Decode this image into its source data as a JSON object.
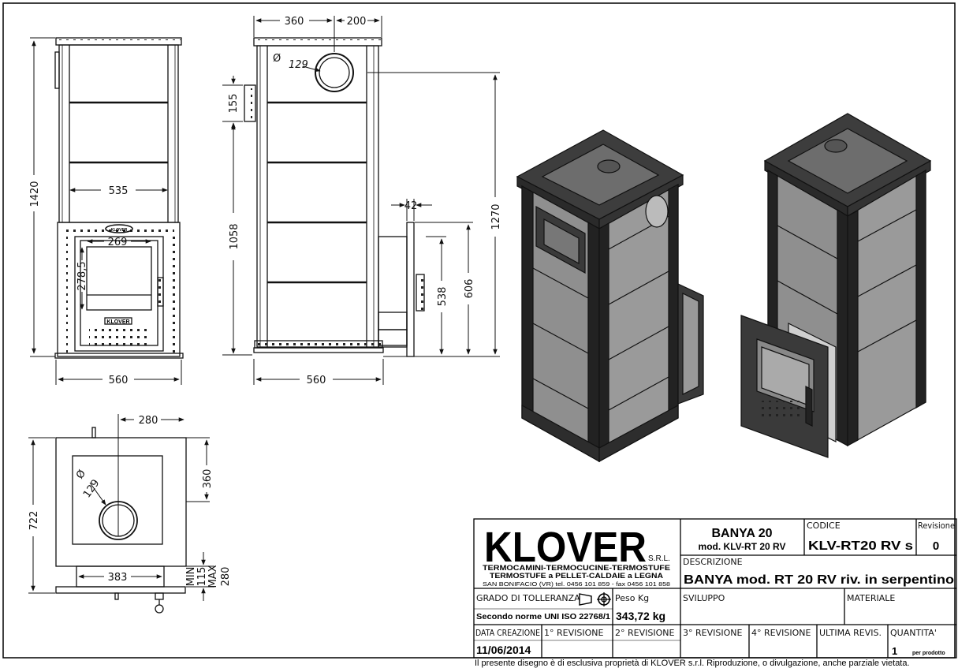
{
  "dimensions": {
    "front_total_height": "1420",
    "front_inner_width": "535",
    "front_door_width": "269",
    "front_door_height": "278,5",
    "front_width": "560",
    "side_top_left": "360",
    "side_top_right": "200",
    "side_flue_diameter_symbol": "Ø",
    "side_flue_diameter": "129",
    "side_handle_height": "155",
    "side_height_1058": "1058",
    "side_height_1270": "1270",
    "side_door_depth": "42",
    "side_height_538": "538",
    "side_height_606": "606",
    "side_width": "560",
    "top_offset_x": "280",
    "top_offset_y": "360",
    "top_flue_diameter_symbol": "Ø",
    "top_flue_diameter": "129",
    "top_depth": "722",
    "top_base_width": "383",
    "top_min_label": "MIN",
    "top_min_value": "115",
    "top_max_label": "MAX",
    "top_max_value": "280"
  },
  "stove_badge": "KLOVER",
  "title_block": {
    "logo": "KLOVER",
    "logo_suffix": "S.R.L.",
    "company_line1": "TERMOCAMINI-TERMOCUCINE-TERMOSTUFE",
    "company_line2": "TERMOSTUFE a PELLET-CALDAIE a LEGNA",
    "company_line3": "SAN BONIFACIO (VR) tel. 0456 101 859 - fax 0456 101 858",
    "product_name": "BANYA 20",
    "product_model": "mod. KLV-RT 20 RV",
    "codice_label": "CODICE",
    "codice_value": "KLV-RT20 RV s",
    "revisione_label": "Revisione",
    "revisione_value": "0",
    "descrizione_label": "DESCRIZIONE",
    "descrizione_value": "BANYA mod. RT 20 RV riv. in serpentino",
    "tolleranza_label": "GRADO DI TOLLERANZA",
    "tolleranza_value": "Secondo norme UNI ISO 22768/1",
    "peso_label": "Peso Kg",
    "peso_value": "343,72 kg",
    "sviluppo_label": "SVILUPPO",
    "materiale_label": "MATERIALE",
    "data_creazione_label": "DATA CREAZIONE",
    "data_creazione_value": "11/06/2014",
    "rev1_label": "1° REVISIONE",
    "rev2_label": "2° REVISIONE",
    "rev3_label": "3° REVISIONE",
    "rev4_label": "4° REVISIONE",
    "ultima_revis_label": "ULTIMA REVIS.",
    "quantita_label": "QUANTITA'",
    "quantita_value": "1",
    "quantita_unit": "per prodotto"
  },
  "footer_text": "Il presente disegno è di esclusiva proprietà di KLOVER s.r.l. Riproduzione, o divulgazione, anche parziale vietata."
}
